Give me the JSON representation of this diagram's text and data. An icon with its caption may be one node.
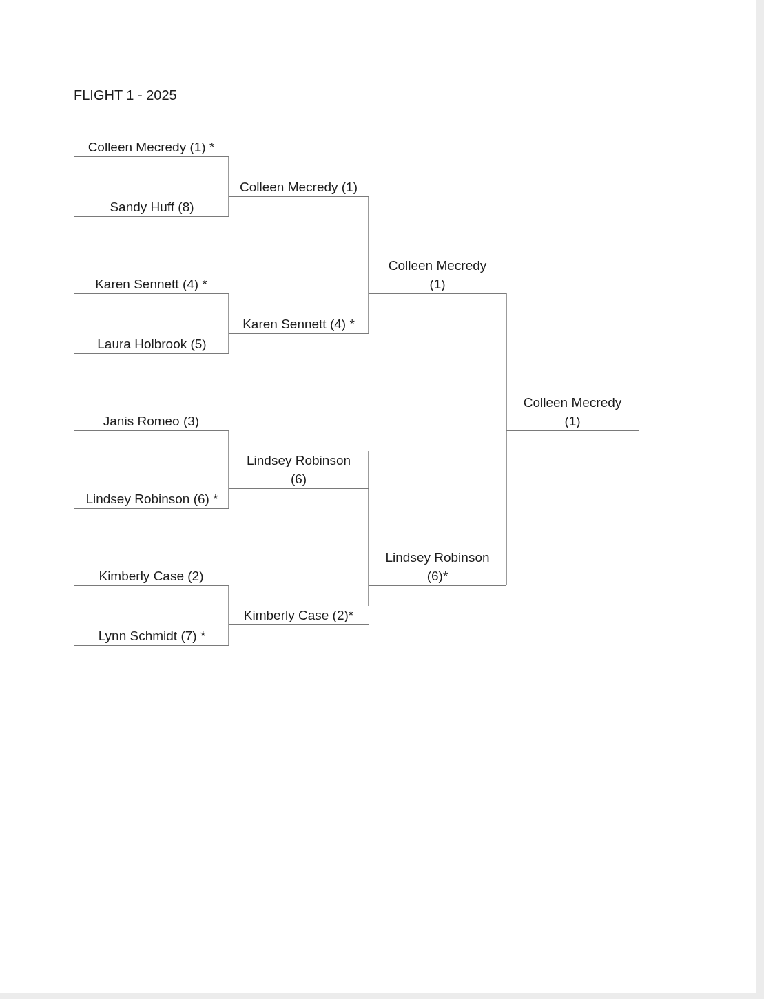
{
  "diagram": {
    "title": "FLIGHT 1 - 2025",
    "nodes": [
      {
        "text": [
          "Colleen Mecredy (1) *"
        ]
      },
      {
        "text": [
          "Sandy Huff (8)"
        ]
      },
      {
        "text": [
          "Karen Sennett (4) *"
        ]
      },
      {
        "text": [
          "Laura Holbrook (5)"
        ]
      },
      {
        "text": [
          "Janis Romeo (3)"
        ]
      },
      {
        "text": [
          "Lindsey Robinson (6) *"
        ]
      },
      {
        "text": [
          "Kimberly Case (2)"
        ]
      },
      {
        "text": [
          "Lynn Schmidt (7) *"
        ]
      },
      {
        "text": [
          "Colleen Mecredy (1)"
        ]
      },
      {
        "text": [
          "Karen Sennett (4) *"
        ]
      },
      {
        "text": [
          "Lindsey Robinson (6)"
        ]
      },
      {
        "text": [
          "Kimberly Case (2)*"
        ]
      },
      {
        "text": [
          "Colleen Mecredy (1)"
        ]
      },
      {
        "text": [
          "Lindsey Robinson (6)*"
        ]
      },
      {
        "text": [
          "Colleen Mecredy (1)"
        ]
      }
    ],
    "edges": [
      {
        "from": 0,
        "to": 8,
        "arrow": "none"
      },
      {
        "from": 1,
        "to": 8,
        "arrow": "none"
      },
      {
        "from": 2,
        "to": 9,
        "arrow": "none"
      },
      {
        "from": 3,
        "to": 9,
        "arrow": "none"
      },
      {
        "from": 4,
        "to": 10,
        "arrow": "none"
      },
      {
        "from": 5,
        "to": 10,
        "arrow": "none"
      },
      {
        "from": 6,
        "to": 11,
        "arrow": "none"
      },
      {
        "from": 7,
        "to": 11,
        "arrow": "none"
      },
      {
        "from": 8,
        "to": 12,
        "arrow": "none"
      },
      {
        "from": 9,
        "to": 12,
        "arrow": "none"
      },
      {
        "from": 10,
        "to": 13,
        "arrow": "none"
      },
      {
        "from": 11,
        "to": 13,
        "arrow": "none"
      },
      {
        "from": 12,
        "to": 14,
        "arrow": "none"
      },
      {
        "from": 13,
        "to": 14,
        "arrow": "none"
      }
    ]
  }
}
